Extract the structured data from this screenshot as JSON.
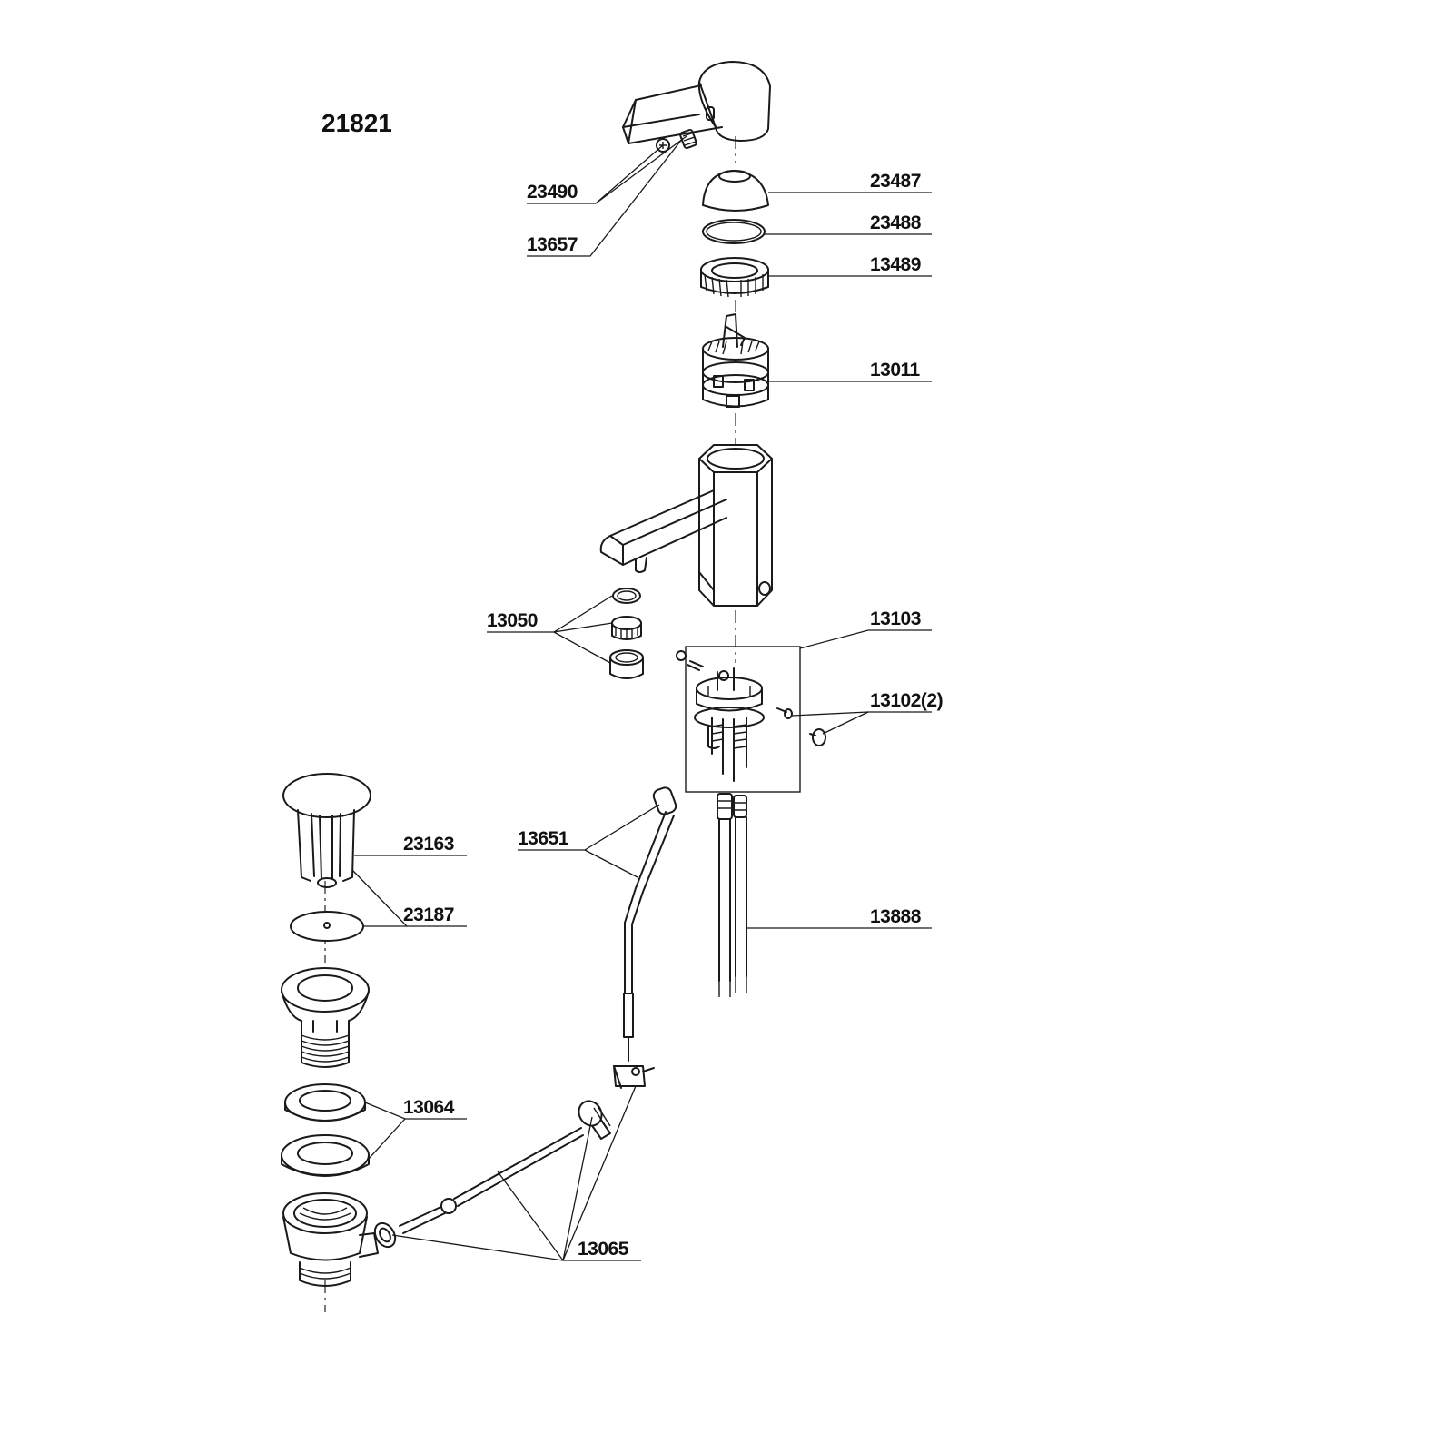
{
  "model_number": "21821",
  "callouts": {
    "c23490": "23490",
    "c13657": "13657",
    "c23487": "23487",
    "c23488": "23488",
    "c13489": "13489",
    "c13011": "13011",
    "c13050": "13050",
    "c13103": "13103",
    "c13102": "13102(2)",
    "c13651": "13651",
    "c13888": "13888",
    "c23163": "23163",
    "c23187": "23187",
    "c13064": "13064",
    "c13065": "13065"
  }
}
